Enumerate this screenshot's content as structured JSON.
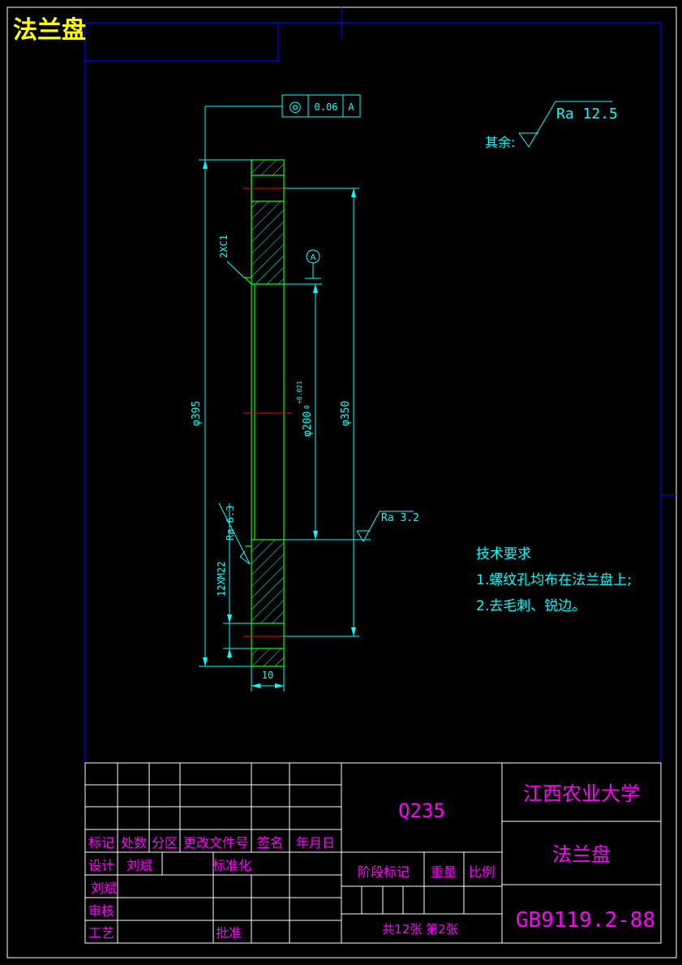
{
  "colors": {
    "background": "#000000",
    "border": "#ffffff",
    "frame": "#0000ff",
    "dimension": "#00ffff",
    "part": "#00ff00",
    "center": "#ff0000",
    "titleblock": "#ff00ff",
    "heading": "#ffff00"
  },
  "drawing": {
    "title": "法兰盘",
    "tolerance_frame": {
      "symbol": "◎",
      "value": "0.06",
      "datum": "A"
    },
    "datum_label": "A",
    "roughness_general": {
      "prefix": "其余:",
      "value": "Ra 12.5"
    },
    "roughness_bore": "Ra 3.2",
    "roughness_face": "Ra 6.3",
    "chamfer": "2XC1",
    "dims": {
      "outer_dia": "φ395",
      "bolt_circle": "φ350",
      "bore": "φ200",
      "bore_tol_upper": "+0.021",
      "bore_tol_lower": "0",
      "thread": "12XM22",
      "thickness": "10"
    },
    "tech_requirements": {
      "heading": "技术要求",
      "items": [
        "1.螺纹孔均布在法兰盘上;",
        "2.去毛刺、锐边。"
      ]
    }
  },
  "title_block": {
    "material": "Q235",
    "school": "江西农业大学",
    "part_name": "法兰盘",
    "drawing_no": "GB9119.2-88",
    "headers": [
      "标记",
      "处数",
      "分区",
      "更改文件号",
      "签名",
      "年月日"
    ],
    "design_label": "设计",
    "designer": "刘斌",
    "standardize_label": "标准化",
    "checker_row_name": "刘斌",
    "review_label": "审核",
    "process_label": "工艺",
    "approve_label": "批准",
    "stage_label": "阶段标记",
    "weight_label": "重量",
    "scale_label": "比例",
    "sheet_info": "共12张 第2张"
  }
}
